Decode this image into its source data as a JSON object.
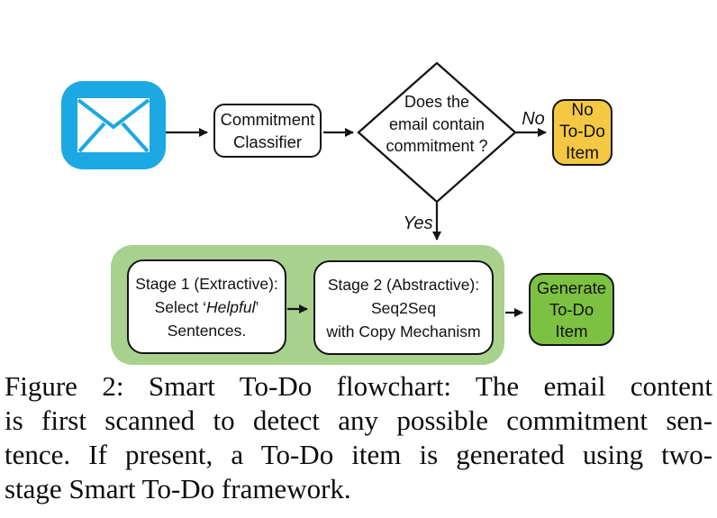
{
  "flowchart": {
    "classifier_label": "Commitment\nClassifier",
    "decision_label": "Does the\nemail contain\ncommitment ?",
    "no_label": "No",
    "yes_label": "Yes",
    "no_todo_label": "No\nTo-Do\nItem",
    "stage1": {
      "line1": "Stage 1 (Extractive):",
      "line2_prefix": "Select ‘",
      "line2_italic": "Helpful",
      "line2_suffix": "’",
      "line3": "Sentences."
    },
    "stage2_label": "Stage 2 (Abstractive):\nSeq2Seq\nwith Copy Mechanism",
    "generate_label": "Generate\nTo-Do\nItem",
    "icons": {
      "email": "envelope-icon"
    },
    "colors": {
      "email_blue": "#1CA8E3",
      "no_item_yellow": "#F4C842",
      "stage_container_green": "#A9D18E",
      "generate_green": "#7DC142",
      "stroke_black": "#141414"
    }
  },
  "caption": {
    "lines": [
      "Figure 2: Smart To-Do flowchart: The email content",
      "is first scanned to detect any possible commitment sen-",
      "tence. If present, a To-Do item is generated using two-",
      "stage Smart To-Do framework."
    ]
  }
}
